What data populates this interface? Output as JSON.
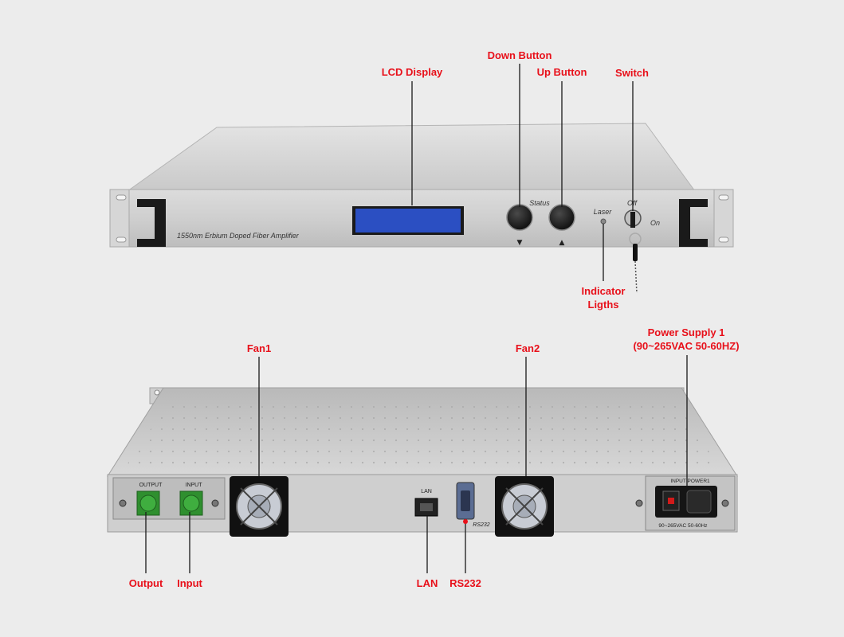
{
  "front_panel": {
    "model_label": "1550nm Erbium Doped Fiber Amplifier",
    "status_label": "Status",
    "down_arrow": "▼",
    "up_arrow": "▲",
    "laser_label": "Laser",
    "off_label": "Off",
    "on_label": "On"
  },
  "rear_panel": {
    "output_port_label": "OUTPUT",
    "input_port_label": "INPUT",
    "lan_port_label": "LAN",
    "rs232_port_label": "RS232",
    "power_label": "INPUT POWER1",
    "power_rating": "90~265VAC 50-60Hz"
  },
  "callouts": {
    "lcd_display": "LCD Display",
    "down_button": "Down Button",
    "up_button": "Up Button",
    "switch": "Switch",
    "indicator_line1": "Indicator",
    "indicator_line2": "Ligths",
    "power_supply_line1": "Power Supply 1",
    "power_supply_line2": "(90~265VAC 50-60HZ)",
    "fan1": "Fan1",
    "fan2": "Fan2",
    "output": "Output",
    "input": "Input",
    "lan": "LAN",
    "rs232": "RS232"
  },
  "colors": {
    "callout_red": "#e8101a",
    "lcd_blue": "#2b4fc2",
    "chassis_silver": "#cfcfcf",
    "fc_port_green": "#3fae3f"
  }
}
